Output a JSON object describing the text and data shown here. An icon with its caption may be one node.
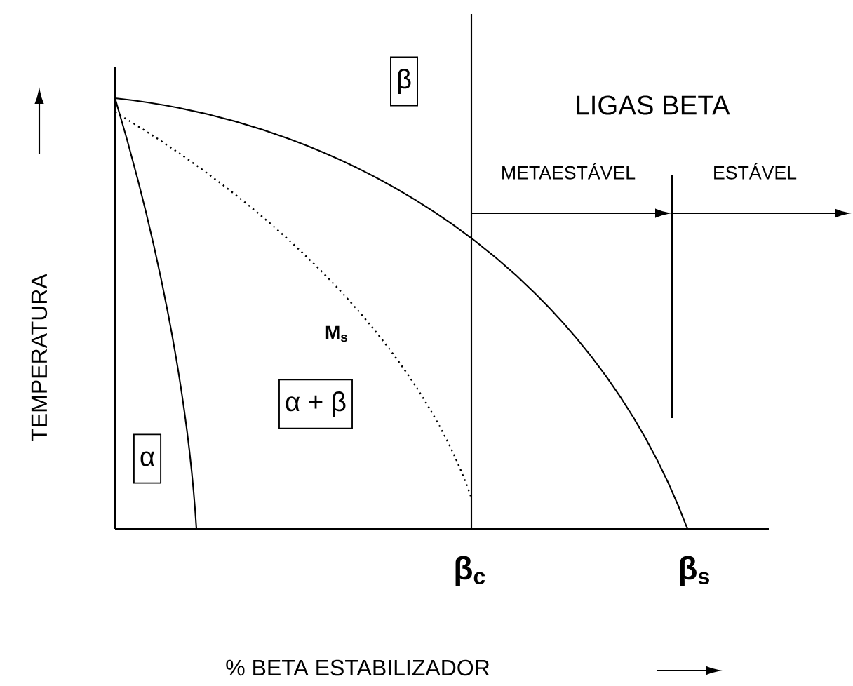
{
  "diagram": {
    "nodes": [
      {
        "text": [
          "β"
        ]
      },
      {
        "text": [
          "α + β"
        ]
      },
      {
        "text": [
          "α"
        ]
      }
    ],
    "labels": [
      "LIGAS BETA",
      "METAESTÁVEL",
      "ESTÁVEL",
      "TEMPERATURA",
      "M$_{s}$",
      "β$_{c}$",
      "β$_{s}$",
      "% BETA ESTABILIZADOR"
    ]
  }
}
